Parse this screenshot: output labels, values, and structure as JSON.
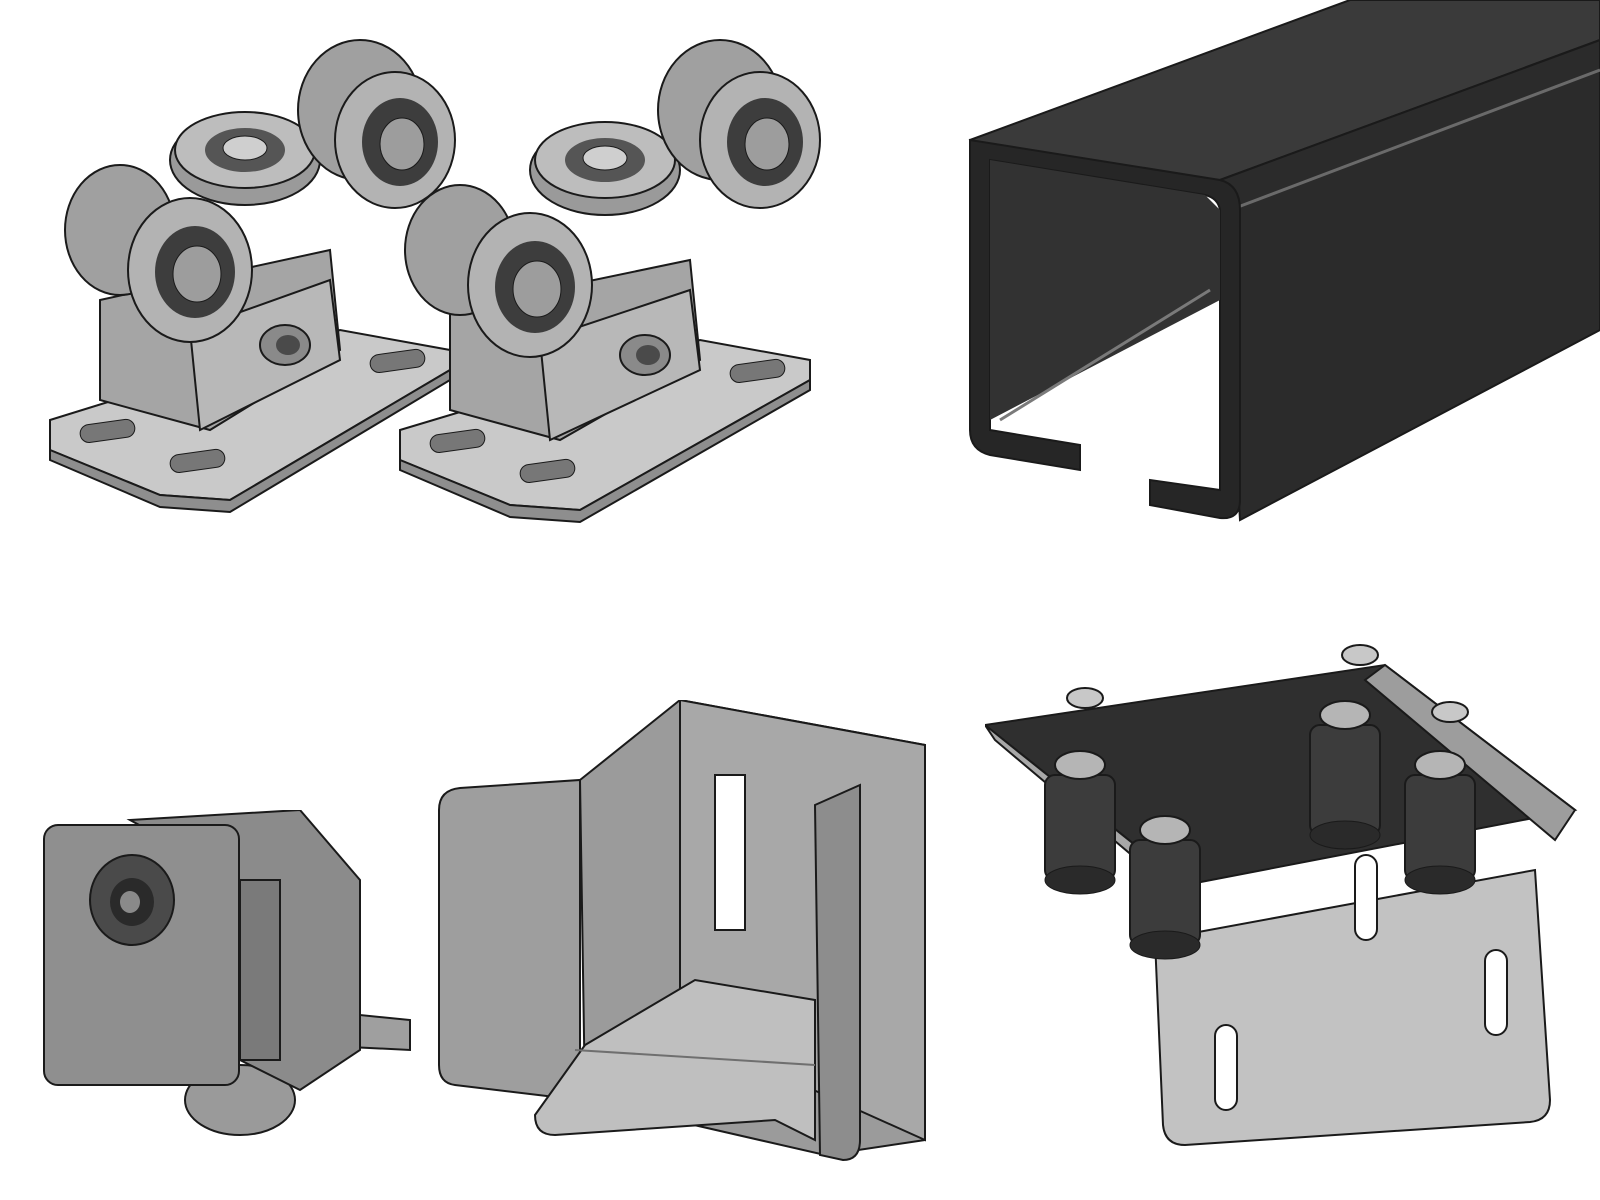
{
  "scene": {
    "background": "#ffffff",
    "parts": [
      {
        "id": "roller-carriage-left",
        "label": ""
      },
      {
        "id": "roller-carriage-right",
        "label": ""
      },
      {
        "id": "steel-rail-profile",
        "label": ""
      },
      {
        "id": "end-roller-cap",
        "label": ""
      },
      {
        "id": "catcher-bracket",
        "label": ""
      },
      {
        "id": "guide-roller-bracket",
        "label": ""
      }
    ]
  },
  "colors": {
    "metal_light": "#cfcfcf",
    "metal_mid": "#a9a9a9",
    "metal_dark": "#7d7d7d",
    "rail_dark": "#2b2b2b",
    "rail_mid": "#3a3a3a",
    "outline": "#1a1a1a"
  }
}
